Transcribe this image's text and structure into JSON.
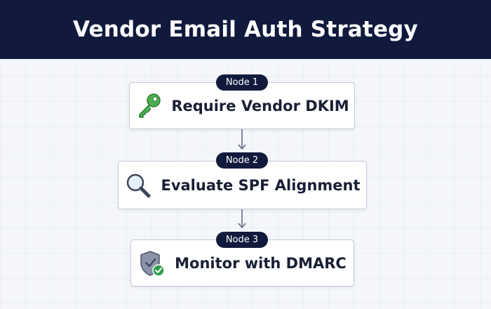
{
  "title": "Vendor Email Auth Strategy",
  "nodes": [
    {
      "badge": "Node 1",
      "label": "Require Vendor DKIM",
      "icon": "key-icon"
    },
    {
      "badge": "Node 2",
      "label": "Evaluate SPF Alignment",
      "icon": "magnifier-icon"
    },
    {
      "badge": "Node 3",
      "label": "Monitor with DMARC",
      "icon": "shield-check-icon"
    }
  ],
  "colors": {
    "header_bg": "#111a3d",
    "badge_bg": "#111a3d",
    "node_border": "#c4c9d4",
    "connector": "#5a6378",
    "key": "#4caf50",
    "check": "#2e9d4a"
  }
}
